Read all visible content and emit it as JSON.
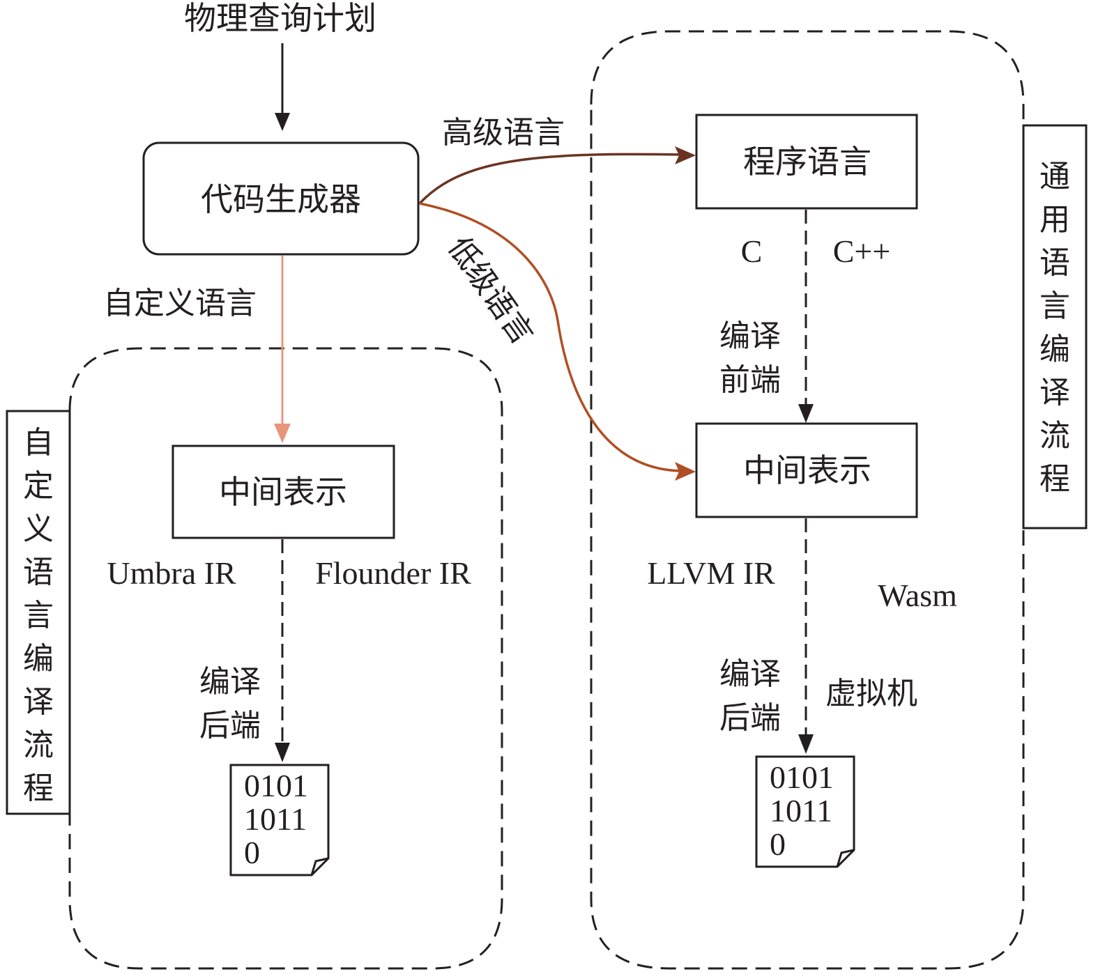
{
  "title": "物理查询计划",
  "colors": {
    "ink": "#231f20",
    "high_level_arrow": "#6b3322",
    "low_level_arrow": "#b04f25",
    "custom_arrow": "#e8957a"
  },
  "nodes": {
    "code_generator": "代码生成器",
    "program_language": "程序语言",
    "ir_right": "中间表示",
    "ir_left": "中间表示"
  },
  "edges": {
    "high_level": "高级语言",
    "low_level": "低级语言",
    "custom_language": "自定义语言"
  },
  "regions": {
    "custom_flow": "自定义语言编译流程",
    "general_flow": "通用语言编译流程"
  },
  "right_flow": {
    "lang_c": "C",
    "lang_cpp": "C++",
    "frontend_line1": "编译",
    "frontend_line2": "前端",
    "llvm_ir": "LLVM IR",
    "wasm": "Wasm",
    "backend_line1": "编译",
    "backend_line2": "后端",
    "vm": "虚拟机",
    "binary": [
      "0101",
      "1011",
      "0"
    ]
  },
  "left_flow": {
    "umbra_ir": "Umbra IR",
    "flounder_ir": "Flounder IR",
    "backend_line1": "编译",
    "backend_line2": "后端",
    "binary": [
      "0101",
      "1011",
      "0"
    ]
  }
}
